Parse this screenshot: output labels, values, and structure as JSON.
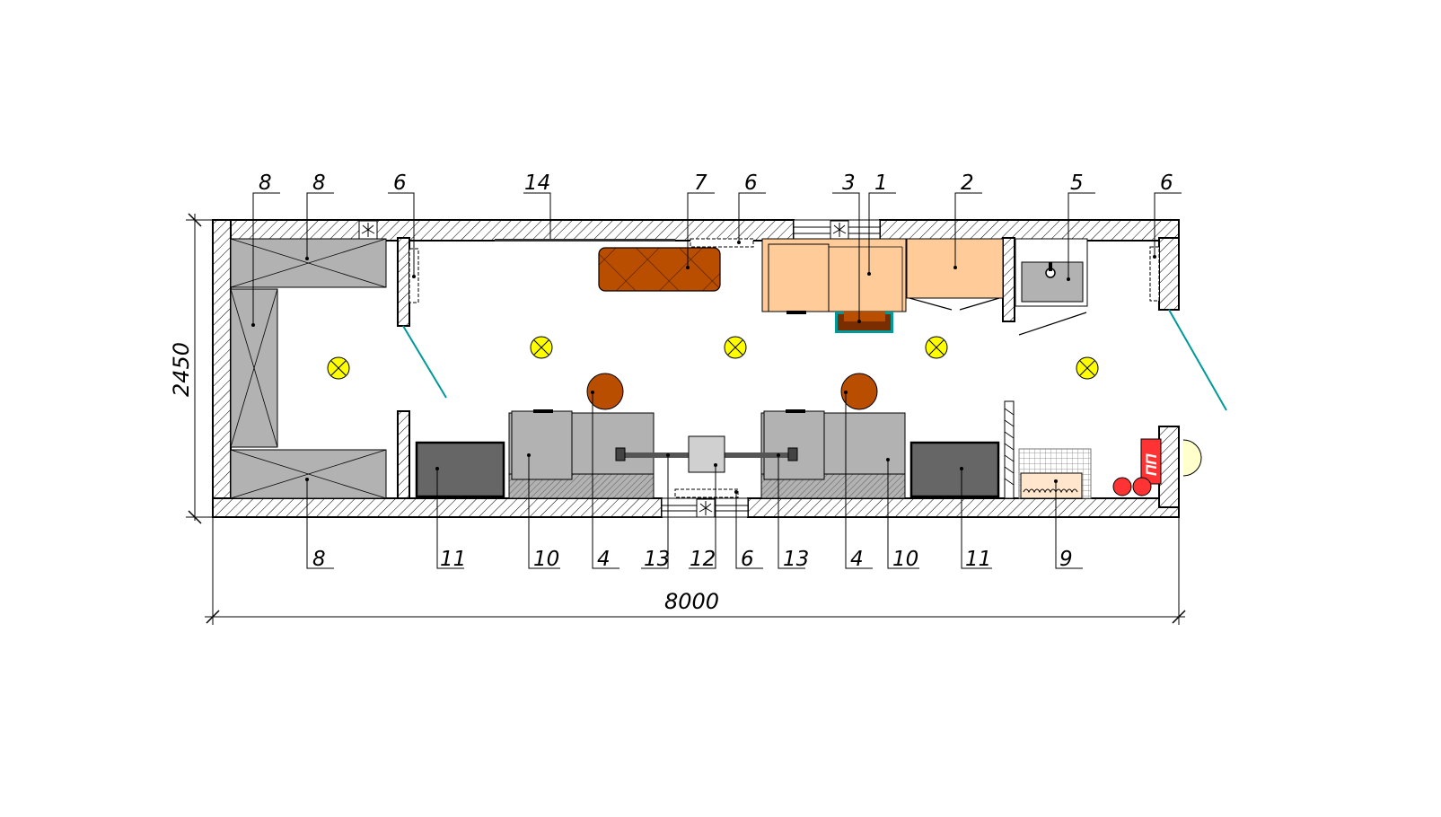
{
  "dimensions": {
    "length": "8000",
    "width": "2450"
  },
  "labels": {
    "top": [
      "8",
      "8",
      "6",
      "14",
      "7",
      "6",
      "3",
      "1",
      "2",
      "5",
      "6"
    ],
    "bottom": [
      "8",
      "11",
      "10",
      "4",
      "13",
      "12",
      "6",
      "13",
      "4",
      "10",
      "11",
      "9"
    ]
  },
  "markers": {
    "fire_equipment": "ПП"
  },
  "colors": {
    "wall_hatch": "#000000",
    "sofa": "#b94e00",
    "bed": "#b2b2b2",
    "kitchen": "#ffcc99",
    "stool": "#b94e00",
    "lamp": "#ffff00",
    "cabinet_dark": "#666666",
    "door_swing": "#009999",
    "fire": "#ff3333"
  },
  "icons": [
    "fan-icon",
    "lamp-icon",
    "radiator-icon",
    "sink-icon",
    "extinguisher-icon",
    "door-swing-icon"
  ]
}
